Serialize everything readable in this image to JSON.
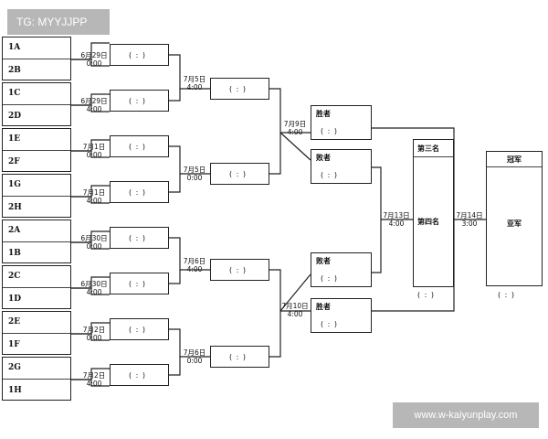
{
  "watermark_top": "TG: MYYJJPP",
  "watermark_bottom": "www.w-kaiyunplay.com",
  "score_placeholder": "( : )",
  "teams": [
    "1A",
    "2B",
    "1C",
    "2D",
    "1E",
    "2F",
    "1G",
    "2H",
    "2A",
    "1B",
    "2C",
    "1D",
    "2E",
    "1F",
    "2G",
    "1H"
  ],
  "round1": [
    {
      "date": "6月29日",
      "time": "0:00",
      "score": "( : )"
    },
    {
      "date": "6月29日",
      "time": "4:00",
      "score": "( : )"
    },
    {
      "date": "7月1日",
      "time": "0:00",
      "score": "( : )"
    },
    {
      "date": "7月1日",
      "time": "4:00",
      "score": "( : )"
    },
    {
      "date": "6月30日",
      "time": "0:00",
      "score": "( : )"
    },
    {
      "date": "6月30日",
      "time": "4:00",
      "score": "( : )"
    },
    {
      "date": "7月2日",
      "time": "0:00",
      "score": "( : )"
    },
    {
      "date": "7月2日",
      "time": "4:00",
      "score": "( : )"
    }
  ],
  "quarterfinals": [
    {
      "date": "7月5日",
      "time": "4:00",
      "score": "( : )"
    },
    {
      "date": "7月5日",
      "time": "0:00",
      "score": "( : )"
    },
    {
      "date": "7月6日",
      "time": "4:00",
      "score": "( : )"
    },
    {
      "date": "7月6日",
      "time": "0:00",
      "score": "( : )"
    }
  ],
  "semifinals": [
    {
      "date": "7月9日",
      "time": "4:00",
      "winner_label": "胜者",
      "loser_label": "败者",
      "score": "( : )"
    },
    {
      "date": "7月10日",
      "time": "4:00",
      "winner_label": "胜者",
      "loser_label": "败者",
      "score": "( : )"
    }
  ],
  "third_place": {
    "date": "7月13日",
    "time": "4:00",
    "top_label": "第三名",
    "bottom_label": "第四名",
    "score": "( : )"
  },
  "final": {
    "date": "7月14日",
    "time": "3:00",
    "top_label": "冠军",
    "bottom_label": "亚军",
    "score": "( : )"
  }
}
